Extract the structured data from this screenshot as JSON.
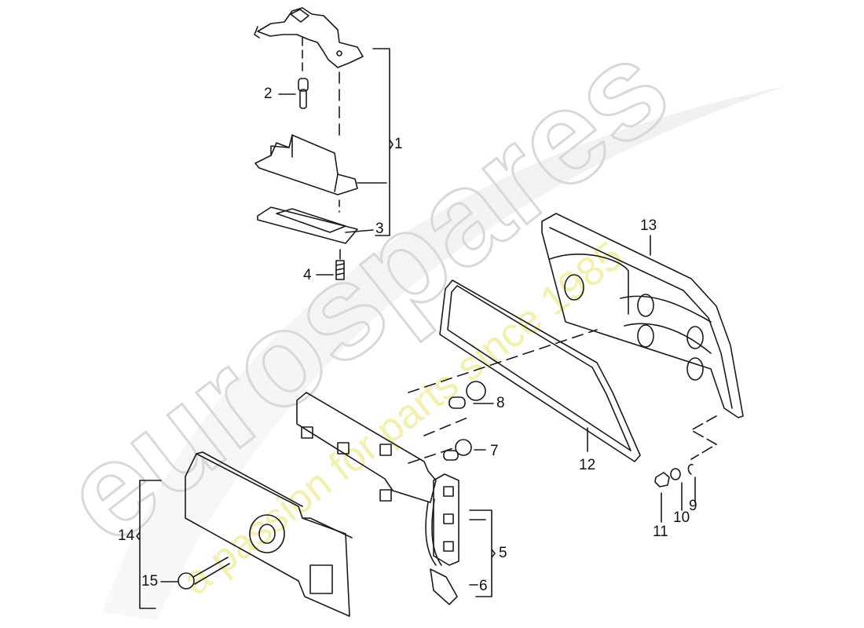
{
  "diagram": {
    "type": "exploded-parts-diagram",
    "subject": "license plate light and rear tail lamp assembly",
    "watermark": {
      "brand": "eurospares",
      "tagline": "a passion for parts since 1985",
      "brand_color": "#e6e6e6",
      "tagline_color": "#f3f0a8"
    },
    "callouts": [
      {
        "id": "1",
        "label": "1",
        "part": "license plate light assembly (bracket group)"
      },
      {
        "id": "2",
        "label": "2",
        "part": "bulb (wedge base)"
      },
      {
        "id": "3",
        "label": "3",
        "part": "gasket plate"
      },
      {
        "id": "4",
        "label": "4",
        "part": "screw"
      },
      {
        "id": "5",
        "label": "5",
        "part": "bulb holder / circuit board"
      },
      {
        "id": "6",
        "label": "6",
        "part": "connector plug"
      },
      {
        "id": "7",
        "label": "7",
        "part": "bulb (small)"
      },
      {
        "id": "8",
        "label": "8",
        "part": "bulb (large)"
      },
      {
        "id": "9",
        "label": "9",
        "part": "clip"
      },
      {
        "id": "10",
        "label": "10",
        "part": "washer"
      },
      {
        "id": "11",
        "label": "11",
        "part": "nut"
      },
      {
        "id": "12",
        "label": "12",
        "part": "seal / gasket"
      },
      {
        "id": "13",
        "label": "13",
        "part": "tail lamp housing"
      },
      {
        "id": "14",
        "label": "14",
        "part": "cover assembly"
      },
      {
        "id": "15",
        "label": "15",
        "part": "screw"
      }
    ],
    "line_color": "#1a1a1a"
  }
}
